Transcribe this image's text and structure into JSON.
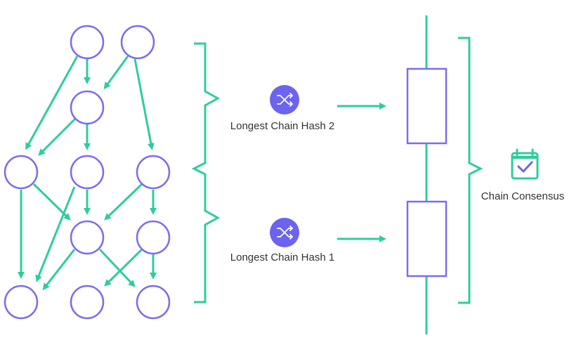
{
  "labels": {
    "hash_top": "Longest Chain Hash 2",
    "hash_bottom": "Longest Chain Hash 1",
    "consensus": "Chain Consensus"
  },
  "icons": {
    "hash_top": "shuffle-icon",
    "hash_bottom": "shuffle-icon",
    "consensus": "calendar-check-icon"
  },
  "colors": {
    "node_stroke": "#7b6cf0",
    "edge": "#2ecc9f",
    "icon_bg": "#6c63f0",
    "text": "#333333"
  }
}
